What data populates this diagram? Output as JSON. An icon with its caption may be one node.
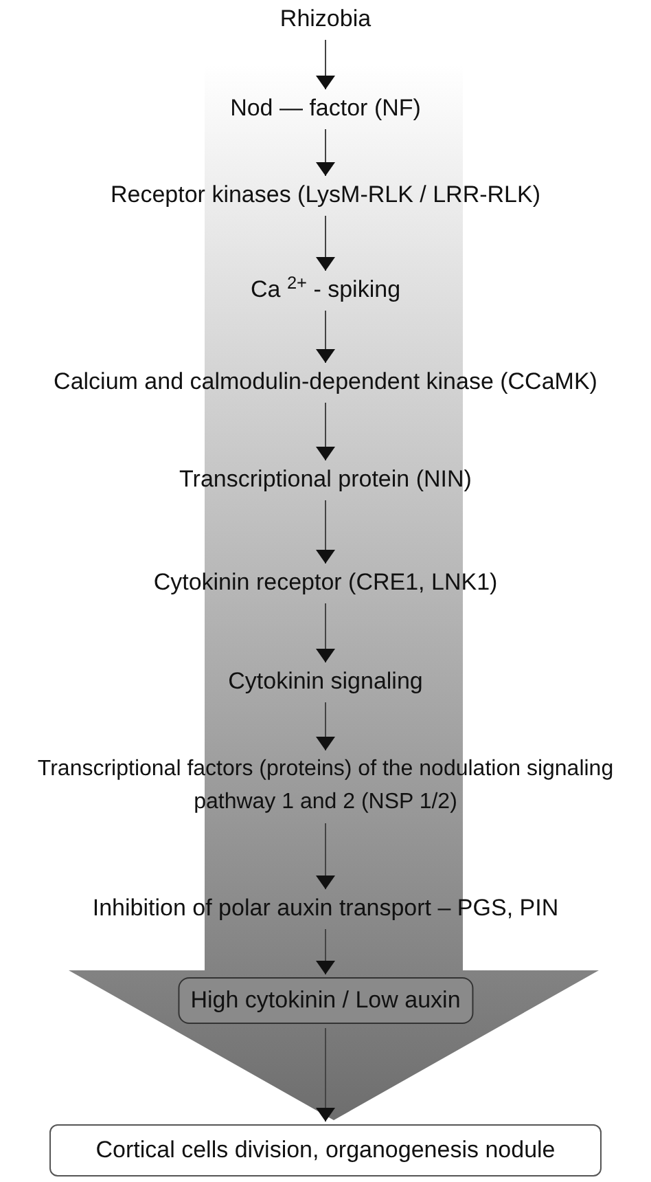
{
  "diagram": {
    "nodes": [
      {
        "text": [
          "Rhizobia"
        ]
      },
      {
        "text": [
          "Nod — factor (NF)"
        ]
      },
      {
        "text": [
          "Receptor kinases (LysM-RLK / LRR-RLK)"
        ]
      },
      {
        "text": [
          "Ca $^{2+}$ - spiking"
        ]
      },
      {
        "text": [
          "Calcium and calmodulin-dependent kinase (CCaMK)"
        ]
      },
      {
        "text": [
          "Transcriptional protein (NIN)"
        ]
      },
      {
        "text": [
          "Cytokinin receptor (CRE1, LNK1)"
        ]
      },
      {
        "text": [
          "Cytokinin signaling"
        ]
      },
      {
        "text": [
          "Transcriptional factors (proteins) of the nodulation signaling pathway 1 and 2 (NSP 1/2)"
        ]
      },
      {
        "text": [
          "Inhibition of polar auxin transport –  PGS, PIN"
        ]
      },
      {
        "text": [
          "High cytokinin  / Low auxin"
        ]
      },
      {
        "text": [
          "Cortical cells division, organogenesis nodule"
        ]
      }
    ],
    "edges": [
      {
        "from": 0,
        "to": 1,
        "arrow": "to"
      },
      {
        "from": 1,
        "to": 2,
        "arrow": "to"
      },
      {
        "from": 2,
        "to": 3,
        "arrow": "to"
      },
      {
        "from": 3,
        "to": 4,
        "arrow": "to"
      },
      {
        "from": 4,
        "to": 5,
        "arrow": "to"
      },
      {
        "from": 5,
        "to": 6,
        "arrow": "to"
      },
      {
        "from": 6,
        "to": 7,
        "arrow": "to"
      },
      {
        "from": 7,
        "to": 8,
        "arrow": "to"
      },
      {
        "from": 8,
        "to": 9,
        "arrow": "to"
      },
      {
        "from": 9,
        "to": 10,
        "arrow": "to"
      },
      {
        "from": 10,
        "to": 11,
        "arrow": "to"
      }
    ]
  }
}
